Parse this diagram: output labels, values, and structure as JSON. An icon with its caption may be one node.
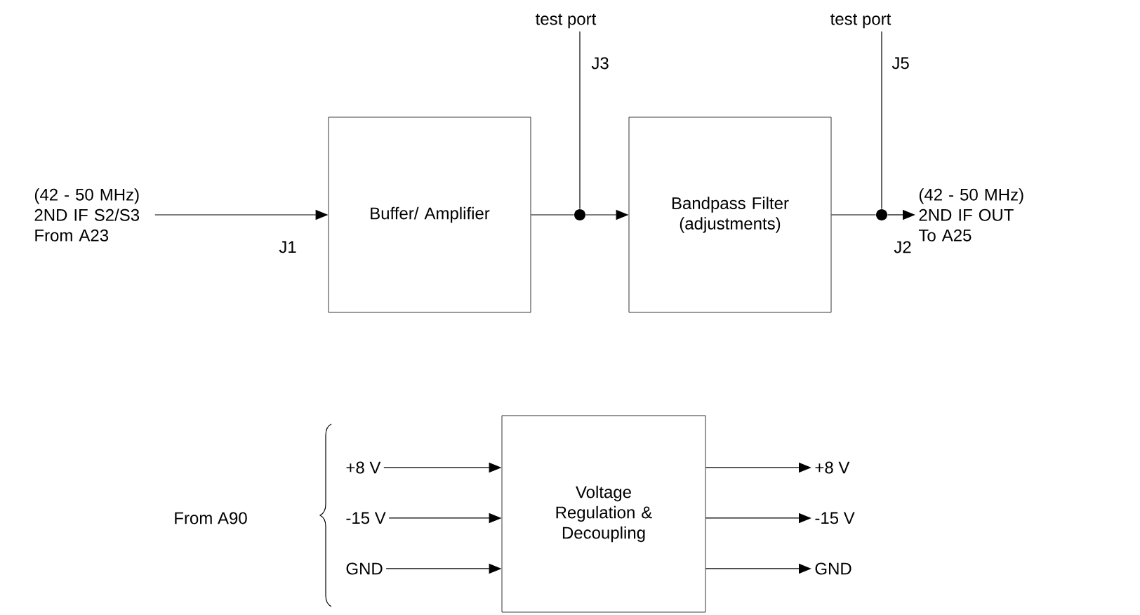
{
  "diagram": {
    "nodes": [
      {
        "text": [
          "(42 - 50 MHz) 2ND IF S2/S3 From A23"
        ]
      },
      {
        "text": [
          "Buffer/ Amplifier"
        ]
      },
      {
        "text": [
          "Bandpass Filter (adjustments)"
        ]
      },
      {
        "text": [
          "(42 - 50 MHz) 2ND IF OUT To A25"
        ]
      },
      {
        "text": [],
        "shape": "circle"
      },
      {
        "text": [],
        "shape": "circle"
      },
      {
        "text": [
          "test port"
        ]
      },
      {
        "text": [
          "test port"
        ]
      },
      {
        "text": [
          "Voltage Regulation & Decoupling"
        ]
      },
      {
        "text": [
          "+8 V"
        ]
      },
      {
        "text": [
          "-15 V"
        ]
      },
      {
        "text": [
          "GND"
        ]
      },
      {
        "text": [
          "+8 V"
        ]
      },
      {
        "text": [
          "-15 V"
        ]
      },
      {
        "text": [
          "GND"
        ]
      }
    ],
    "edges": [
      {
        "from": 0,
        "to": 1,
        "arrow": "to"
      },
      {
        "from": 1,
        "to": 4,
        "arrow": "none"
      },
      {
        "from": 4,
        "to": 2,
        "arrow": "to"
      },
      {
        "from": 2,
        "to": 5,
        "arrow": "none"
      },
      {
        "from": 5,
        "to": 3,
        "arrow": "to"
      },
      {
        "from": 6,
        "to": 4,
        "arrow": "none"
      },
      {
        "from": 7,
        "to": 5,
        "arrow": "none"
      },
      {
        "from": 9,
        "to": 8,
        "arrow": "to"
      },
      {
        "from": 10,
        "to": 8,
        "arrow": "to"
      },
      {
        "from": 11,
        "to": 8,
        "arrow": "to"
      },
      {
        "from": 8,
        "to": 12,
        "arrow": "to"
      },
      {
        "from": 8,
        "to": 13,
        "arrow": "to"
      },
      {
        "from": 8,
        "to": 14,
        "arrow": "to"
      }
    ],
    "labels": [
      "J3",
      "J5",
      "J1",
      "J2",
      "From A90"
    ]
  }
}
